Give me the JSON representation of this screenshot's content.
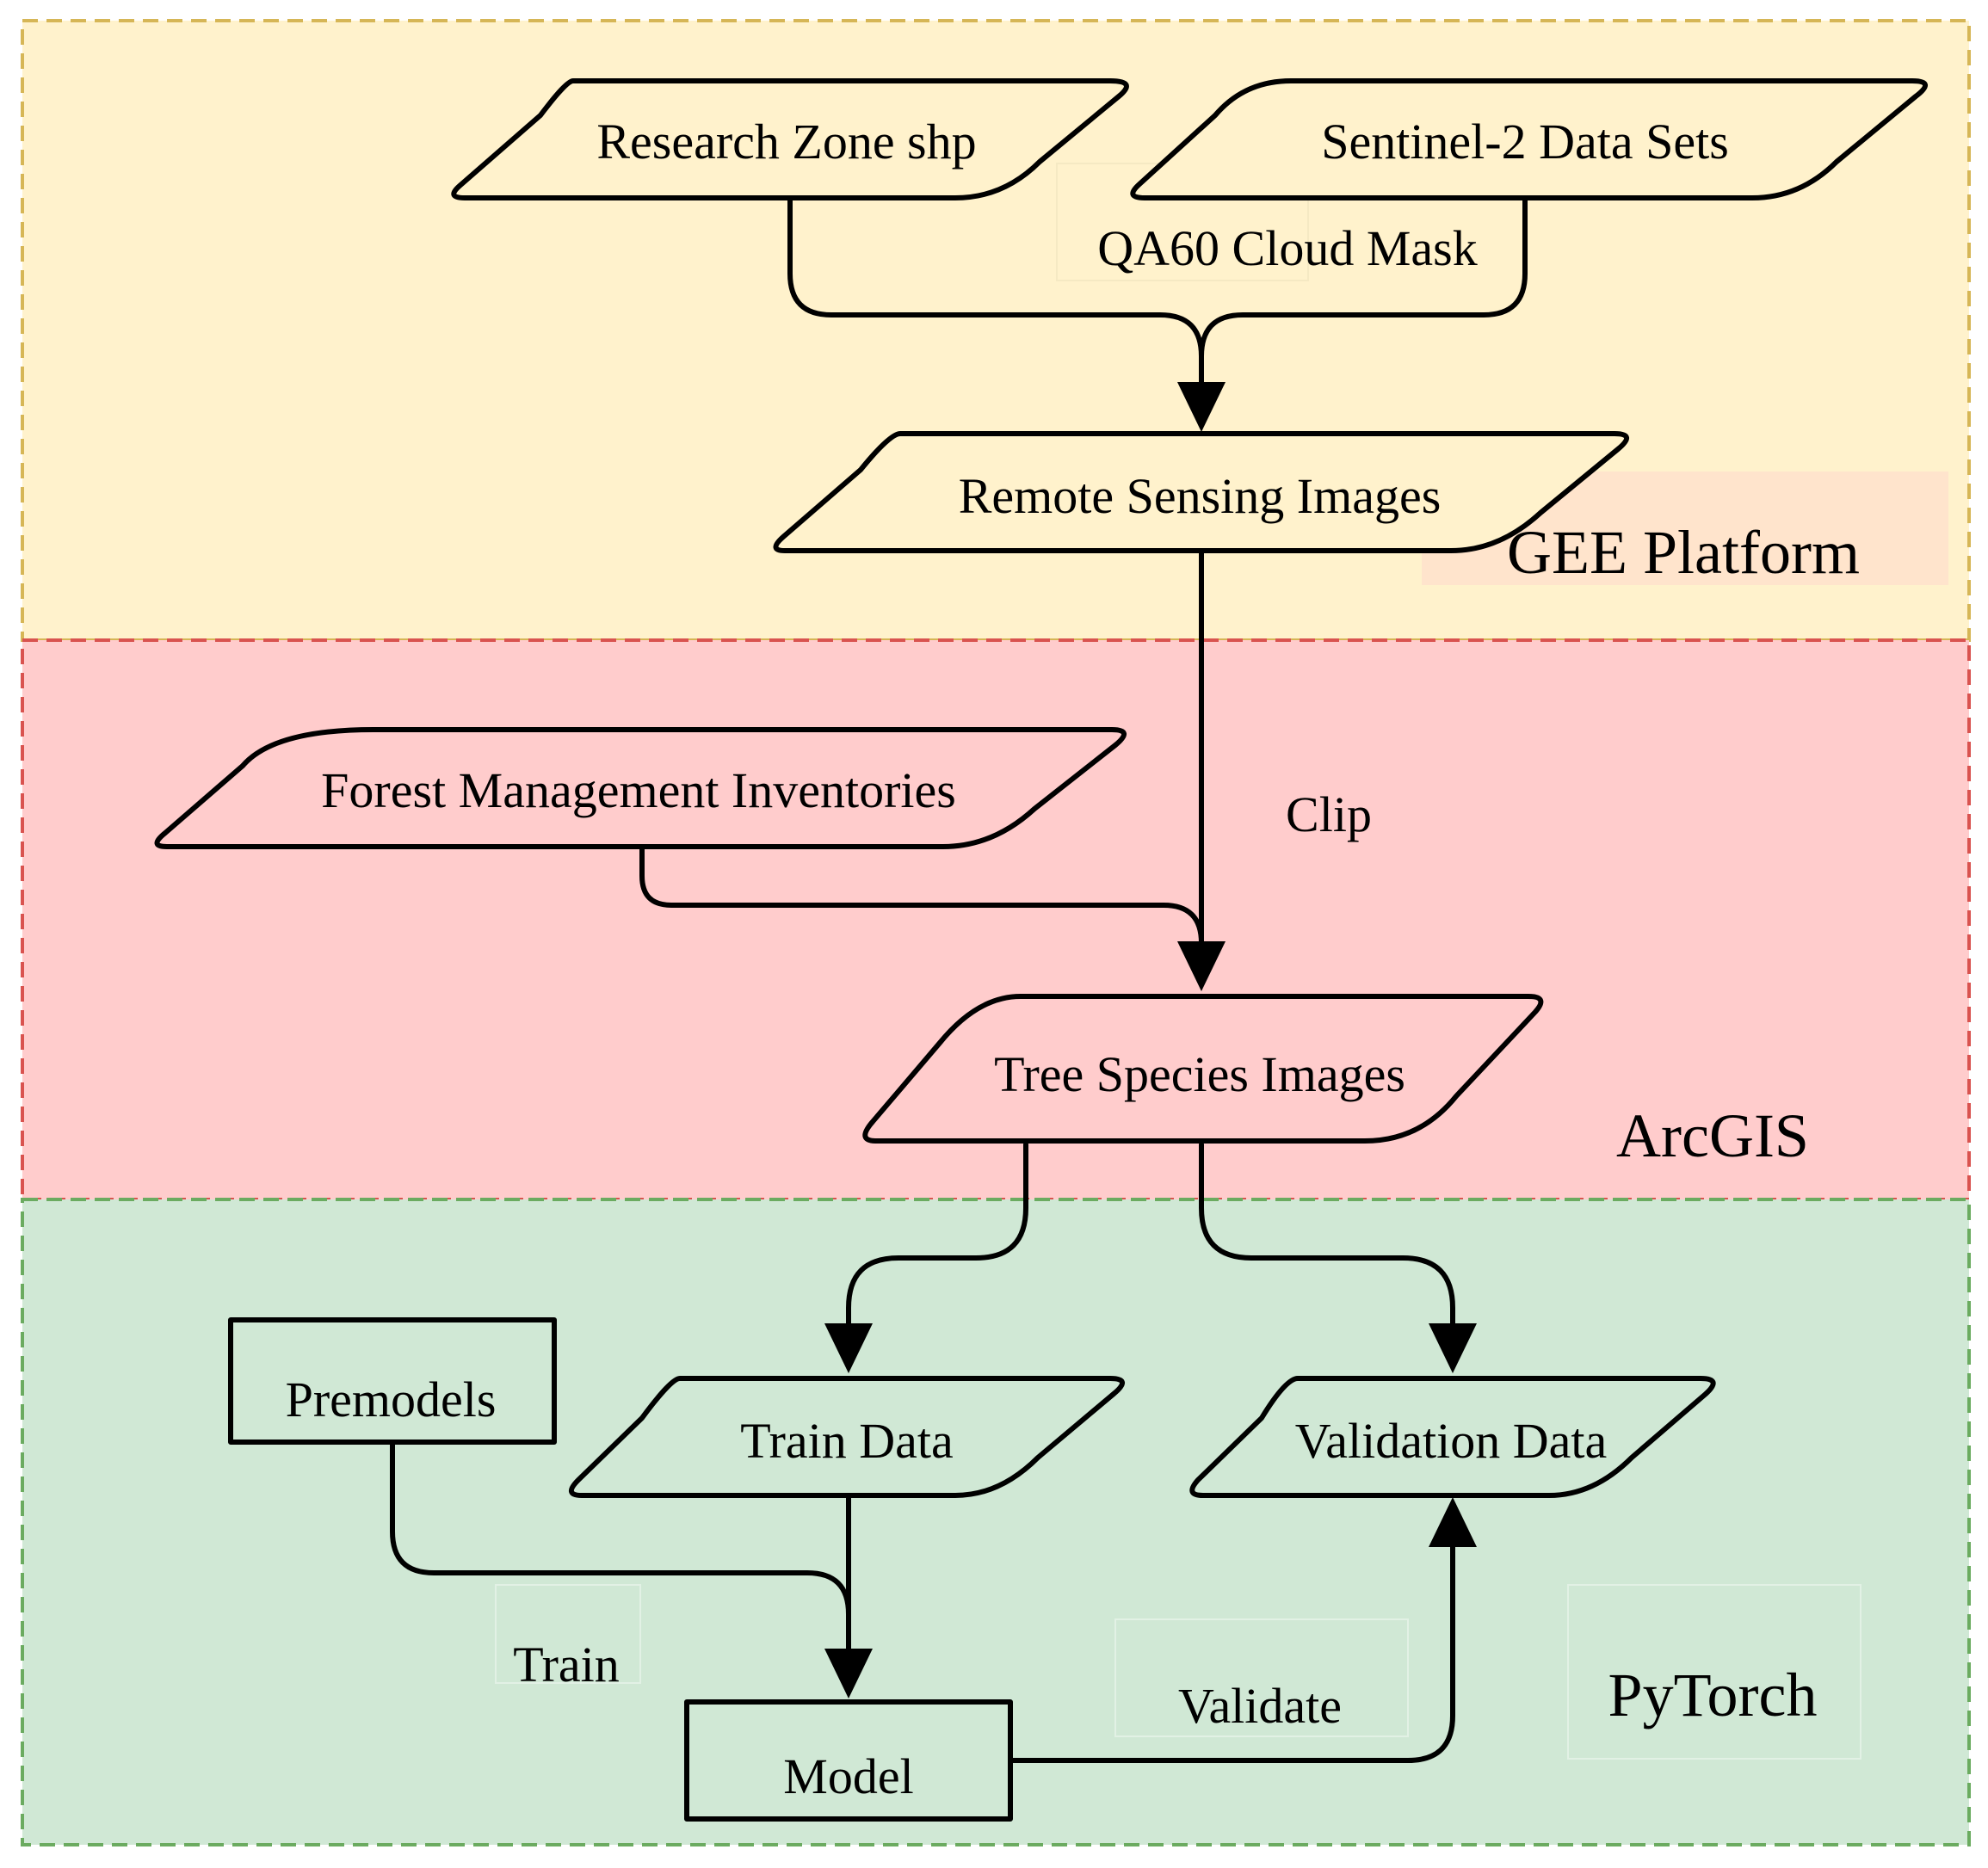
{
  "colors": {
    "gee_fill": "#fff2cc",
    "gee_border": "#d6b656",
    "arcgis_fill": "#ffcccc",
    "arcgis_border": "#d9534f",
    "pytorch_fill": "#d0e8d5",
    "pytorch_border": "#6bab60",
    "label_bg_gee": "#ffe4cc",
    "line": "#000000"
  },
  "regions": {
    "gee": {
      "label": "GEE Platform"
    },
    "arcgis": {
      "label": "ArcGIS"
    },
    "pytorch": {
      "label": "PyTorch"
    }
  },
  "nodes": {
    "research_zone": {
      "label": "Research Zone shp",
      "shape": "data"
    },
    "sentinel": {
      "label": "Sentinel-2 Data Sets",
      "shape": "data"
    },
    "remote_sensing": {
      "label": "Remote Sensing Images",
      "shape": "data"
    },
    "forest_inventories": {
      "label": "Forest Management Inventories",
      "shape": "data"
    },
    "tree_species": {
      "label": "Tree Species Images",
      "shape": "data"
    },
    "premodels": {
      "label": "Premodels",
      "shape": "process"
    },
    "train_data": {
      "label": "Train Data",
      "shape": "data"
    },
    "validation_data": {
      "label": "Validation Data",
      "shape": "data"
    },
    "model": {
      "label": "Model",
      "shape": "process"
    }
  },
  "edge_labels": {
    "cloud_mask": "QA60 Cloud Mask",
    "clip": "Clip",
    "train": "Train",
    "validate": "Validate"
  },
  "edges": [
    {
      "from": "Research Zone shp",
      "to": "Remote Sensing Images"
    },
    {
      "from": "Sentinel-2 Data Sets",
      "to": "Remote Sensing Images",
      "label": "QA60 Cloud Mask"
    },
    {
      "from": "Remote Sensing Images",
      "to": "Tree Species Images",
      "label": "Clip"
    },
    {
      "from": "Forest Management Inventories",
      "to": "Tree Species Images"
    },
    {
      "from": "Tree Species Images",
      "to": "Train Data"
    },
    {
      "from": "Tree Species Images",
      "to": "Validation Data"
    },
    {
      "from": "Premodels",
      "to": "Model"
    },
    {
      "from": "Train Data",
      "to": "Model",
      "label": "Train"
    },
    {
      "from": "Model",
      "to": "Validation Data",
      "label": "Validate"
    }
  ]
}
